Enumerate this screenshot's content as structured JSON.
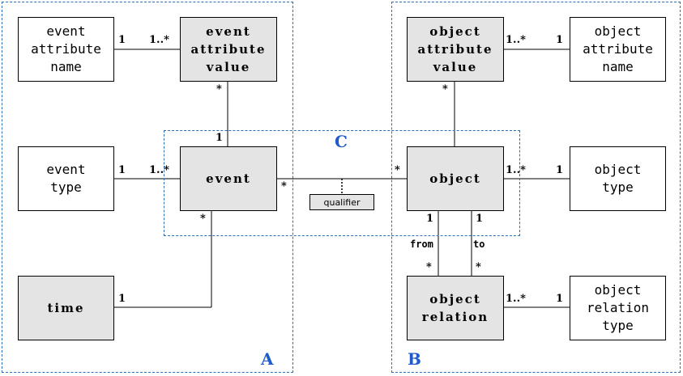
{
  "regions": {
    "a": "A",
    "b": "B",
    "c": "C"
  },
  "boxes": {
    "event_attribute_name": "event\nattribute\nname",
    "event_attribute_value": "event\nattribute\nvalue",
    "event_type": "event\ntype",
    "event": "event",
    "time": "time",
    "object_attribute_value": "object\nattribute\nvalue",
    "object_attribute_name": "object\nattribute\nname",
    "object": "object",
    "object_type": "object\ntype",
    "object_relation": "object\nrelation",
    "object_relation_type": "object\nrelation\ntype"
  },
  "qualifier": "qualifier",
  "roles": {
    "from": "from",
    "to": "to"
  },
  "multiplicities": {
    "one": "1",
    "one_many": "1..*",
    "many": "*"
  }
}
